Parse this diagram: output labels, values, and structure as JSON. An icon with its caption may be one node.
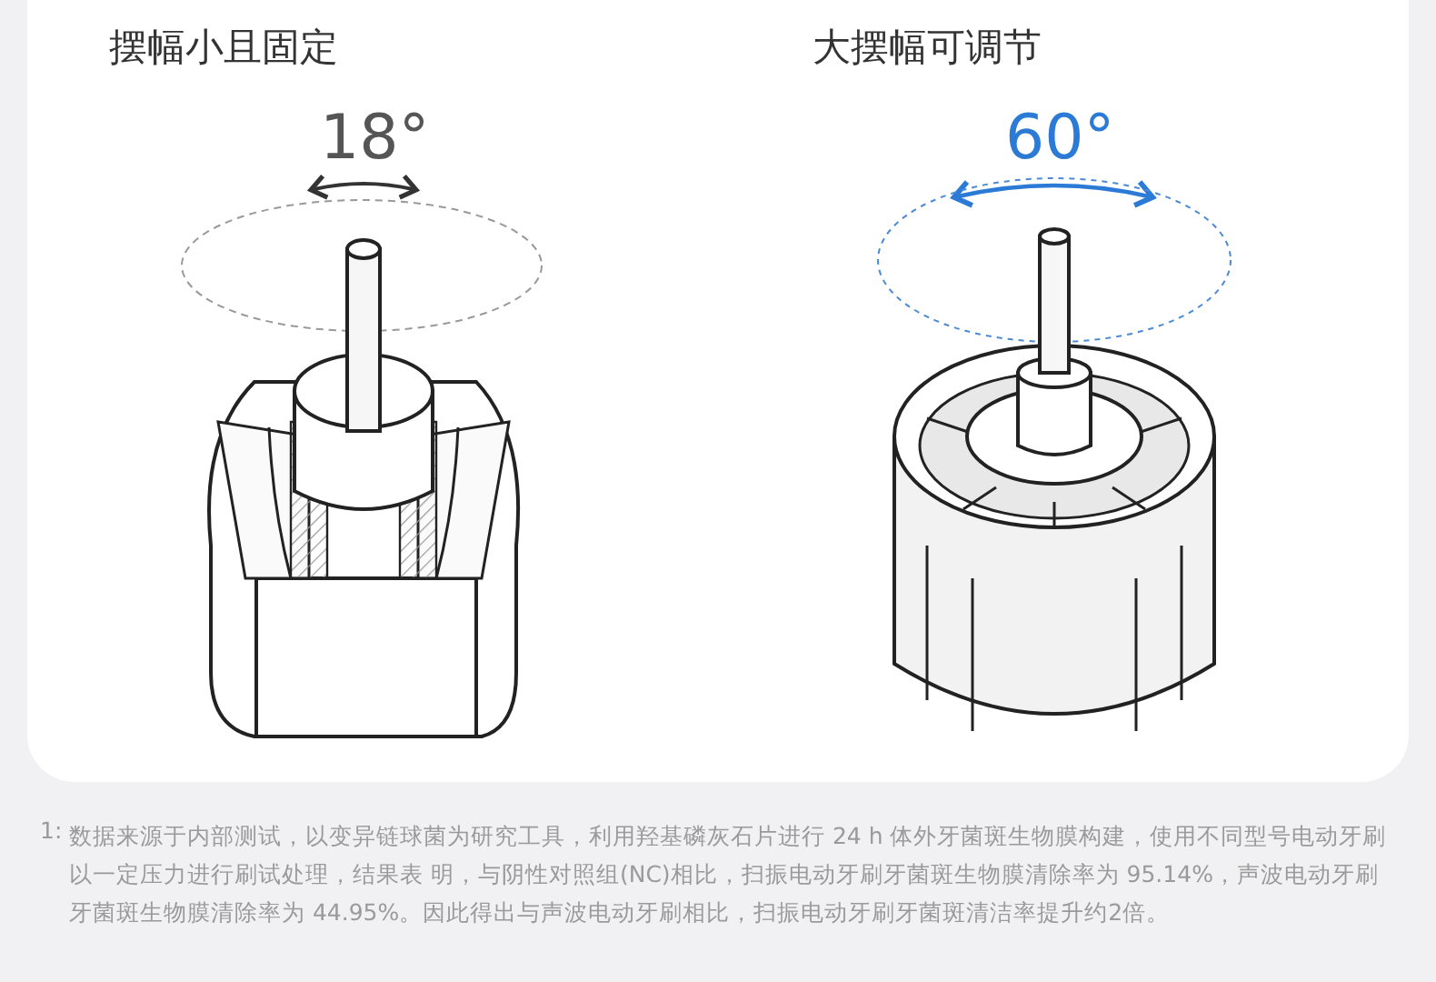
{
  "diagram": {
    "labels": [
      "摆幅小且固定",
      "大摆幅可调节",
      "18°",
      "60°",
      "1:",
      "数据来源于内部测试，以变异链球菌为研究工具，利用羟基磷灰石片进行 24 h 体外牙菌斑生物膜构建，使用不同型号电动牙刷以一定压力进行刷试处理，结果表 明，与阴性对照组(NC)相比，扫振电动牙刷牙菌斑生物膜清除率为 95.14%，声波电动牙刷牙菌斑生物膜清除率为 44.95%。因此得出与声波电动牙刷相比，扫振电动牙刷牙菌斑清洁率提升约2倍。"
    ]
  }
}
